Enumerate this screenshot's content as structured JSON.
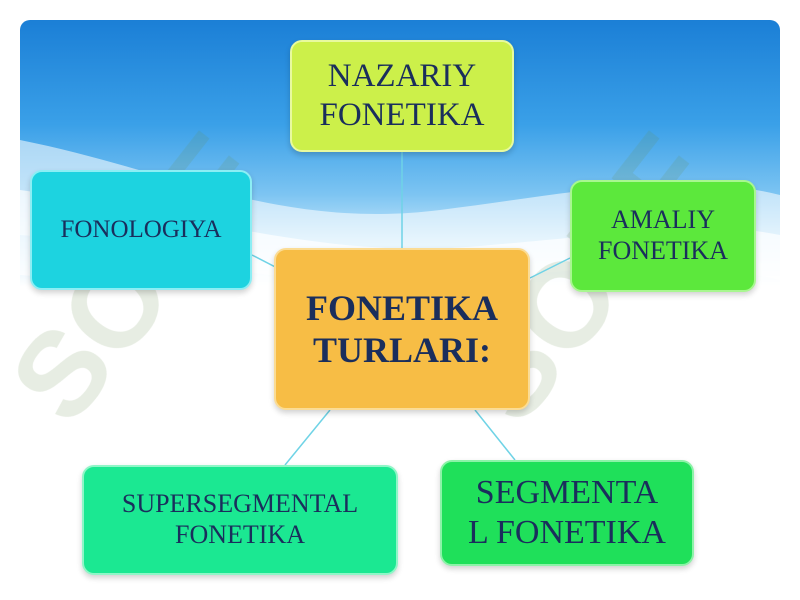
{
  "diagram": {
    "center": {
      "lines": [
        "FONETIKA",
        "TURLARI:"
      ]
    },
    "nodes": {
      "top": {
        "lines": [
          "NAZARIY",
          "FONETIKA"
        ]
      },
      "left": {
        "lines": [
          "FONOLOGIYA"
        ]
      },
      "right": {
        "lines": [
          "AMALIY",
          "FONETIKA"
        ]
      },
      "bottom_left": {
        "lines": [
          "SUPERSEGMENTAL",
          "FONETIKA"
        ]
      },
      "bottom_right": {
        "lines": [
          "SEGMENTA",
          "L FONETIKA"
        ]
      }
    }
  },
  "watermark": {
    "text": "SOFF"
  },
  "colors": {
    "sky": "#1b7fd6",
    "center_box": "#f7bd45",
    "top_box": "#ccf04a",
    "left_box": "#1dd3e0",
    "right_box": "#5ce83c",
    "bottom_left_box": "#1be892",
    "bottom_right_box": "#1fe05a",
    "connector": "#6fd3e6",
    "text": "#1a2e5c"
  }
}
